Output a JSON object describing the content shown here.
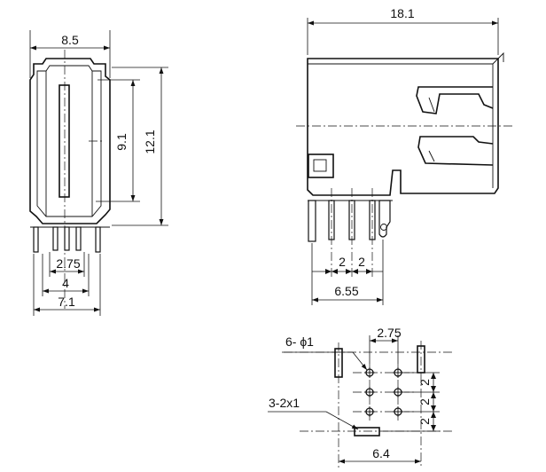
{
  "front_view": {
    "width_label": "8.5",
    "slot_height_label": "9.1",
    "body_height_label": "12.1",
    "pin_pitch_label": "2.75",
    "pin_span_label": "4",
    "base_width_label": "7.1"
  },
  "side_view": {
    "length_label": "18.1",
    "pin_pitch_a_label": "2",
    "pin_pitch_b_label": "2",
    "pin_offset_label": "6.55"
  },
  "footprint": {
    "top_pitch_label": "2.75",
    "hole_callout_label": "6- ϕ1",
    "slot_callout_label": "3-2x1",
    "row_pitch_1_label": "2",
    "row_pitch_2_label": "2",
    "row_pitch_3_label": "2",
    "width_label": "6.4"
  }
}
